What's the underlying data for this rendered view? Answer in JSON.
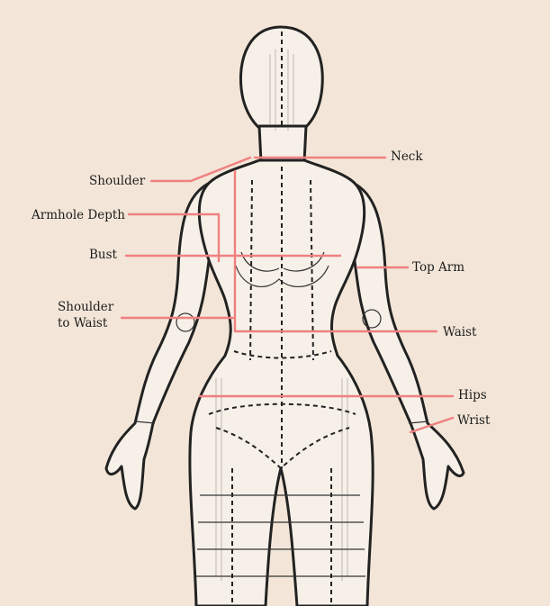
{
  "labels": {
    "neck": "Neck",
    "shoulder": "Shoulder",
    "armhole_depth": "Armhole Depth",
    "bust": "Bust",
    "top_arm": "Top Arm",
    "shoulder_to_waist_line1": "Shoulder",
    "shoulder_to_waist_line2": "to Waist",
    "waist": "Waist",
    "hips": "Hips",
    "wrist": "Wrist"
  },
  "colors": {
    "background": "#f3e6d8",
    "leader_line": "#f08080",
    "outline": "#222222",
    "body_fill": "#f7f0e8"
  }
}
